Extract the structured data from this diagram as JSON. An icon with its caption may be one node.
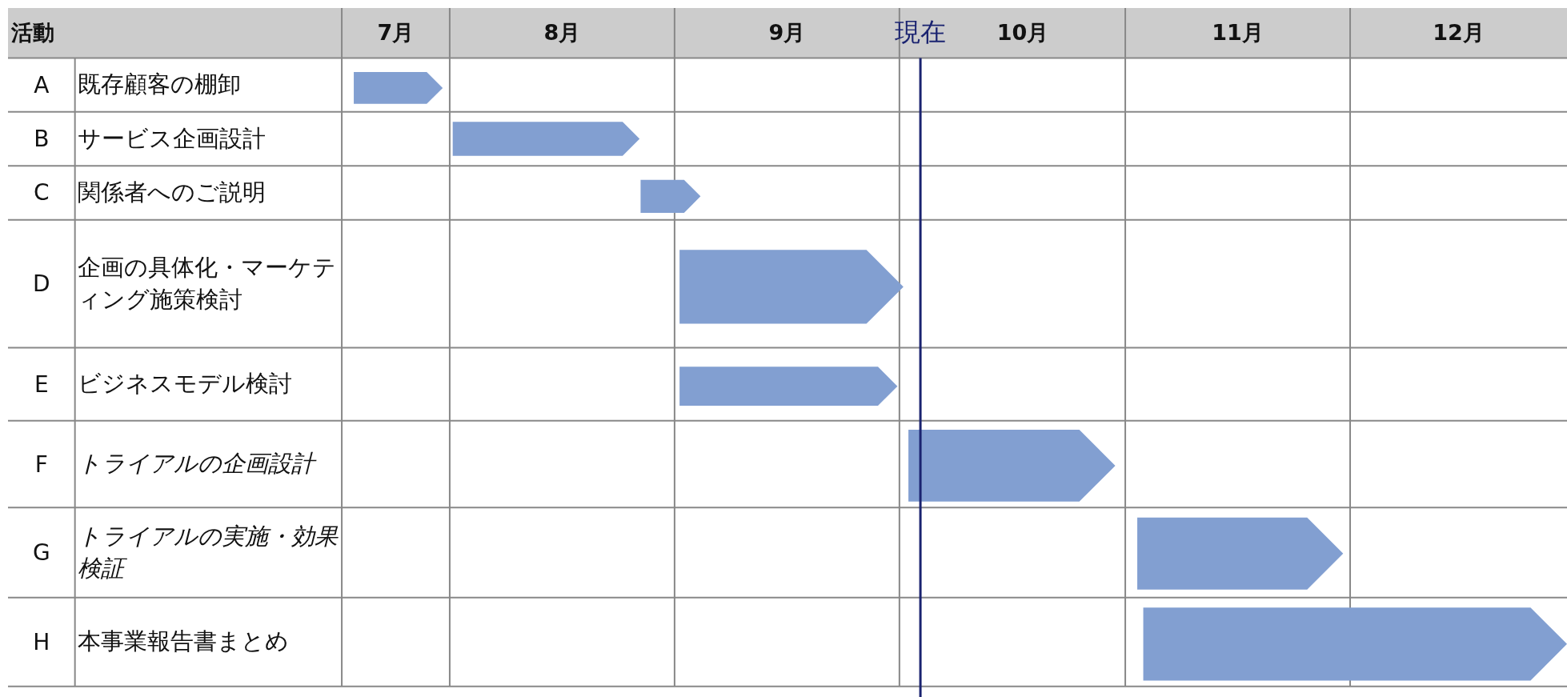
{
  "diagram": {
    "nodes": [
      {
        "text": [],
        "shape": "bar"
      },
      {
        "text": [],
        "shape": "bar"
      },
      {
        "text": [],
        "shape": "bar"
      },
      {
        "text": [],
        "shape": "bar"
      },
      {
        "text": [],
        "shape": "bar"
      },
      {
        "text": [],
        "shape": "bar"
      },
      {
        "text": [],
        "shape": "bar"
      },
      {
        "text": [],
        "shape": "bar"
      }
    ],
    "labels": [
      "活動",
      "7月",
      "8月",
      "9月",
      "現在",
      "10月",
      "11月",
      "12月",
      "A",
      "既存顧客の棚卸",
      "B",
      "サービス企画設計",
      "C",
      "関係者へのご説明",
      "D",
      "企画の具体化・マーケティング施策検討",
      "E",
      "ビジネスモデル検討",
      "F",
      "トライアルの企画設計",
      "G",
      "トライアルの実施・効果検証",
      "H",
      "本事業報告書まとめ"
    ]
  }
}
